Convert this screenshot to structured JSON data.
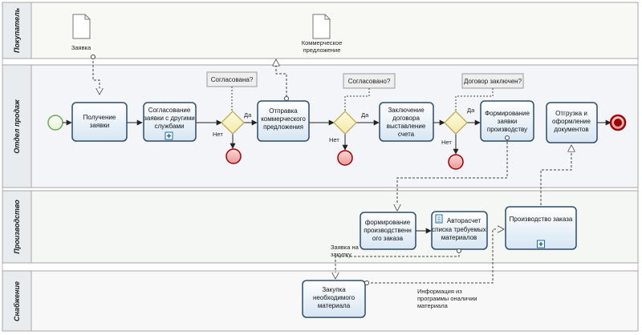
{
  "lanes": {
    "buyer": "Покупатель",
    "sales": "Отдел продаж",
    "production": "Производство",
    "supply": "Снабжение"
  },
  "documents": {
    "order": "Заявка",
    "offer_line1": "Коммерческое",
    "offer_line2": "предложение"
  },
  "tasks": {
    "receive": [
      "Получение",
      "заявки"
    ],
    "coordinate": [
      "Согласование",
      "заявки с другими",
      "службами"
    ],
    "send_offer": [
      "Отправка",
      "коммерческого",
      "предложения"
    ],
    "contract": [
      "Заключение",
      "договора",
      "выставление",
      "счета"
    ],
    "form_request": [
      "Формирование",
      "заявки",
      "производству"
    ],
    "shipment": [
      "Отгрузка и",
      "оформление",
      "документов"
    ],
    "form_prod_order": [
      "формирование",
      "производственн",
      "ого заказа"
    ],
    "auto_calc": [
      "Авторасчет",
      "списка требуемых",
      "материалов"
    ],
    "production_order": [
      "Производство заказа"
    ],
    "purchase": [
      "Закупка",
      "необходимого",
      "материала"
    ]
  },
  "notes": {
    "agreed_1": "Согласована?",
    "agreed_2": "Согласовано?",
    "contract_q": "Договор заключен?"
  },
  "labels": {
    "yes": "Да",
    "no": "Нет",
    "purchase_request": [
      "Заявка на",
      "закупку"
    ],
    "availability_info": [
      "Информация из",
      "программы оналичии",
      "материала"
    ]
  }
}
